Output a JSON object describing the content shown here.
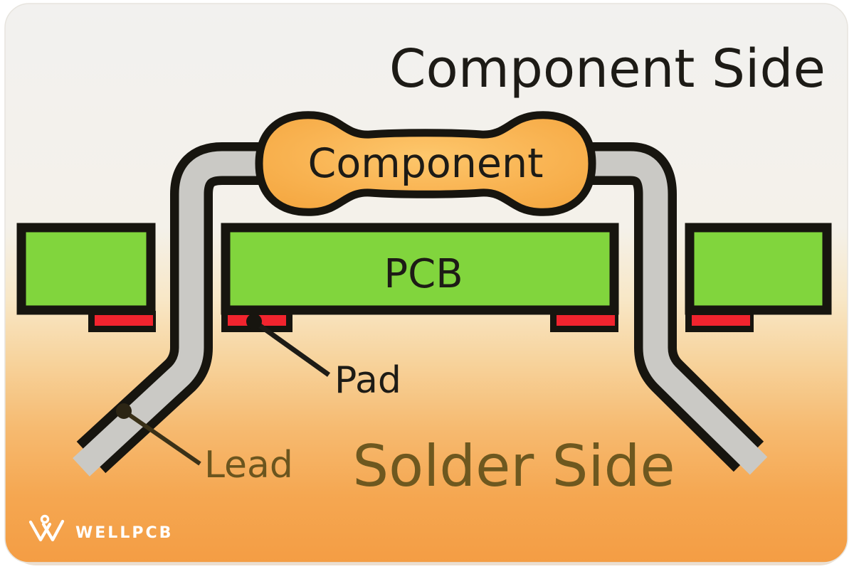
{
  "diagram": {
    "title_top": "Component Side",
    "title_bottom": "Solder Side",
    "component_label": "Component",
    "pcb_label": "PCB",
    "pad_label": "Pad",
    "lead_label": "Lead"
  },
  "branding": {
    "logo_text": "WELLPCB"
  },
  "colors": {
    "pcb_green": "#81d53d",
    "pad_red": "#f2242e",
    "lead_gray": "#cac9c5",
    "outline_black": "#17150f",
    "component_orange": "#f4a53d",
    "component_orange_light": "#fdc76c",
    "text_black": "#1d1b16",
    "text_brown": "#6e581f",
    "card_top_gray": "#f2f1ef",
    "card_bottom_orange": "#f49d44"
  }
}
